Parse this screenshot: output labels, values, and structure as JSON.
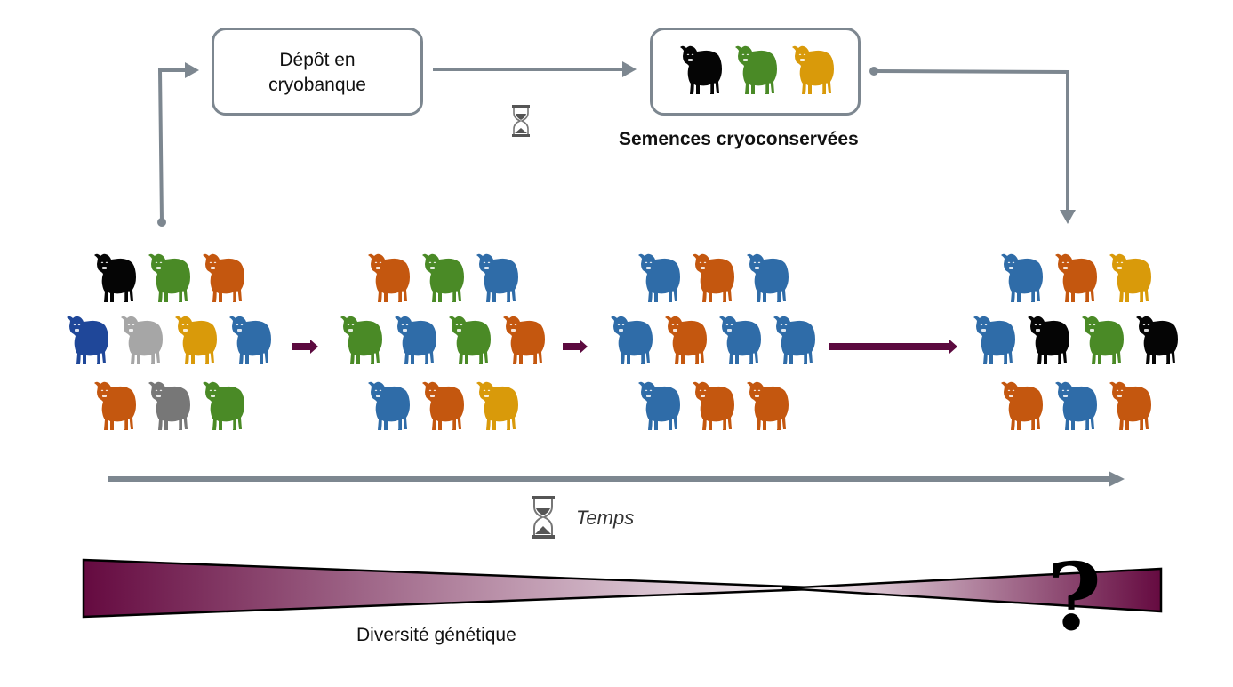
{
  "colors": {
    "connector": "#7d8790",
    "progression_arrow": "#5c0a3f",
    "gradient_dark": "#650a40",
    "gradient_light": "#ffffff",
    "sheep": {
      "black": "#050505",
      "green": "#4a8a26",
      "orange": "#c4570f",
      "navy": "#1f4799",
      "lightgray": "#a6a6a6",
      "gray": "#777777",
      "yellow": "#d99a0a",
      "blue": "#2f6ca8"
    }
  },
  "cryobank": {
    "deposit_label_line1": "Dépôt en",
    "deposit_label_line2": "cryobanque",
    "stored_label": "Semences cryoconservées",
    "stored_sheep": [
      "black",
      "green",
      "yellow"
    ],
    "delay_icon": "hourglass-icon"
  },
  "generations": [
    {
      "name": "initial-population",
      "rows": [
        [
          "black",
          "green",
          "orange"
        ],
        [
          "navy",
          "lightgray",
          "yellow",
          "blue"
        ],
        [
          "orange",
          "gray",
          "green"
        ]
      ]
    },
    {
      "name": "generation-2",
      "rows": [
        [
          "orange",
          "green",
          "blue"
        ],
        [
          "green",
          "blue",
          "green",
          "orange"
        ],
        [
          "blue",
          "orange",
          "yellow"
        ]
      ]
    },
    {
      "name": "generation-3",
      "rows": [
        [
          "blue",
          "orange",
          "blue"
        ],
        [
          "blue",
          "orange",
          "blue",
          "blue"
        ],
        [
          "blue",
          "orange",
          "orange"
        ]
      ]
    },
    {
      "name": "restored-population",
      "rows": [
        [
          "blue",
          "orange",
          "yellow"
        ],
        [
          "blue",
          "black",
          "green",
          "black"
        ],
        [
          "orange",
          "blue",
          "orange"
        ]
      ]
    }
  ],
  "timeline": {
    "label": "Temps",
    "icon": "hourglass-icon"
  },
  "diversity": {
    "label": "Diversité génétique",
    "unknown_marker": "?"
  }
}
